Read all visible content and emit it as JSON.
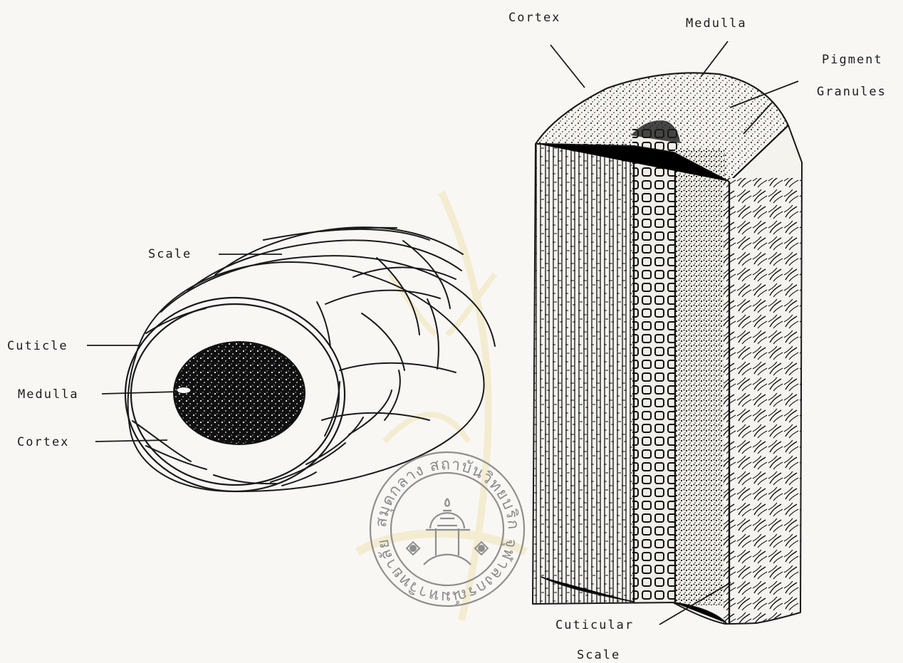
{
  "left_diagram": {
    "labels": {
      "scale": "Scale",
      "cuticle": "Cuticle",
      "medulla": "Medulla",
      "cortex": "Cortex"
    }
  },
  "right_diagram": {
    "labels": {
      "cortex": "Cortex",
      "medulla": "Medulla",
      "pigment": "Pigment",
      "granules": "Granules",
      "cuticular": "Cuticular",
      "scale": "Scale"
    }
  },
  "stamp": {
    "top_text": "หอสมุดกลาง สถาบันวิทยบริการ",
    "bottom_text": "จุฬาลงกรณ์มหาวิทยาลัย"
  },
  "colors": {
    "paper": "#f8f7f4",
    "ink": "#1a1a1a",
    "stamp": "#8f8f8f",
    "watermark": "#e8c85a"
  }
}
